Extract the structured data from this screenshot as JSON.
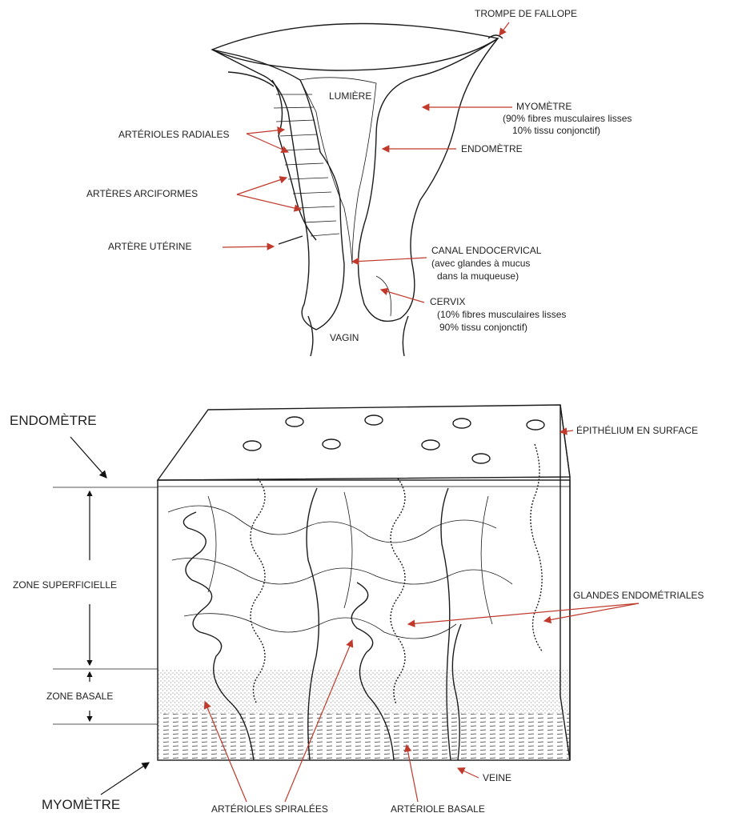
{
  "labels": {
    "trompe": "TROMPE DE FALLOPE",
    "lumiere": "LUMIÈRE",
    "myometre_top": "MYOMÈTRE",
    "myometre_top_l1": "(90% fibres musculaires lisses",
    "myometre_top_l2": "10% tissu conjonctif)",
    "arterioles_radiales": "ARTÉRIOLES RADIALES",
    "endometre_top": "ENDOMÈTRE",
    "arteres_arciformes": "ARTÈRES  ARCIFORMES",
    "artere_uterine": "ARTÈRE UTÉRINE",
    "canal": "CANAL ENDOCERVICAL",
    "canal_l1": "(avec glandes à mucus",
    "canal_l2": "dans la muqueuse)",
    "cervix": "CERVIX",
    "cervix_l1": "(10% fibres musculaires lisses",
    "cervix_l2": "90% tissu conjonctif)",
    "vagin": "VAGIN",
    "endometre_big": "ENDOMÈTRE",
    "epithelium": "ÉPITHÉLIUM EN SURFACE",
    "zone_superficielle": "ZONE SUPERFICIELLE",
    "glandes": "GLANDES ENDOMÉTRIALES",
    "zone_basale": "ZONE BASALE",
    "veine": "VEINE",
    "myometre_big": "MYOMÈTRE",
    "arterioles_spiralees": "ARTÉRIOLES SPIRALÉES",
    "arteriole_basale": "ARTÉRIOLE BASALE"
  },
  "colors": {
    "label_arrow": "#c0392b",
    "ink": "#1b1b1b"
  }
}
